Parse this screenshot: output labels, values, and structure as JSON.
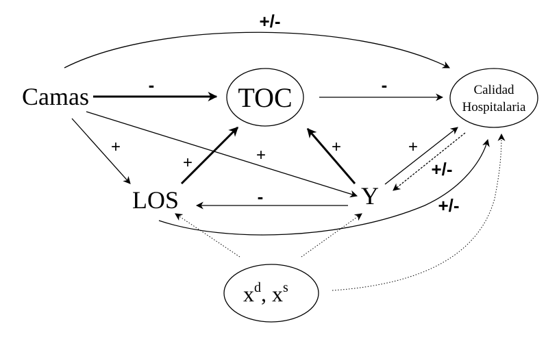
{
  "diagram": {
    "type": "causal-diagram",
    "nodes": {
      "camas": {
        "label": "Camas",
        "shape": "text"
      },
      "toc": {
        "label": "TOC",
        "shape": "ellipse"
      },
      "calidad": {
        "line1": "Calidad",
        "line2": "Hospitalaria",
        "shape": "ellipse"
      },
      "los": {
        "label": "LOS",
        "shape": "text"
      },
      "y": {
        "label": "Y",
        "shape": "text"
      },
      "x": {
        "base1": "x",
        "sup1": "d",
        "sep": ", ",
        "base2": "x",
        "sup2": "s",
        "shape": "ellipse"
      }
    },
    "edges": [
      {
        "from": "Camas",
        "to": "TOC",
        "sign": "-",
        "style": "bold"
      },
      {
        "from": "TOC",
        "to": "Calidad Hospitalaria",
        "sign": "-",
        "style": "solid"
      },
      {
        "from": "Camas",
        "to": "Calidad Hospitalaria",
        "sign": "+/-",
        "style": "curved"
      },
      {
        "from": "Camas",
        "to": "LOS",
        "sign": "+",
        "style": "solid"
      },
      {
        "from": "Camas",
        "to": "Y",
        "sign": "+",
        "style": "solid"
      },
      {
        "from": "LOS",
        "to": "TOC",
        "sign": "+",
        "style": "bold"
      },
      {
        "from": "Y",
        "to": "TOC",
        "sign": "+",
        "style": "bold"
      },
      {
        "from": "Y",
        "to": "LOS",
        "sign": "-",
        "style": "solid"
      },
      {
        "from": "Y",
        "to": "Calidad Hospitalaria",
        "sign": "+",
        "style": "solid"
      },
      {
        "from": "Calidad Hospitalaria",
        "to": "Y",
        "sign": "+/-",
        "style": "dashed"
      },
      {
        "from": "LOS",
        "to": "Calidad Hospitalaria",
        "sign": "+/-",
        "style": "curved"
      },
      {
        "from": "x",
        "to": "LOS",
        "sign": "",
        "style": "dotted"
      },
      {
        "from": "x",
        "to": "Y",
        "sign": "",
        "style": "dotted"
      },
      {
        "from": "x",
        "to": "Calidad Hospitalaria",
        "sign": "",
        "style": "dotted"
      }
    ],
    "signs": {
      "camas_toc": "-",
      "toc_calidad": "-",
      "camas_calidad": "+/-",
      "camas_los": "+",
      "camas_y": "+",
      "los_toc": "+",
      "y_toc": "+",
      "y_los": "-",
      "y_calidad": "+",
      "calidad_y": "+/-",
      "los_calidad": "+/-"
    }
  }
}
